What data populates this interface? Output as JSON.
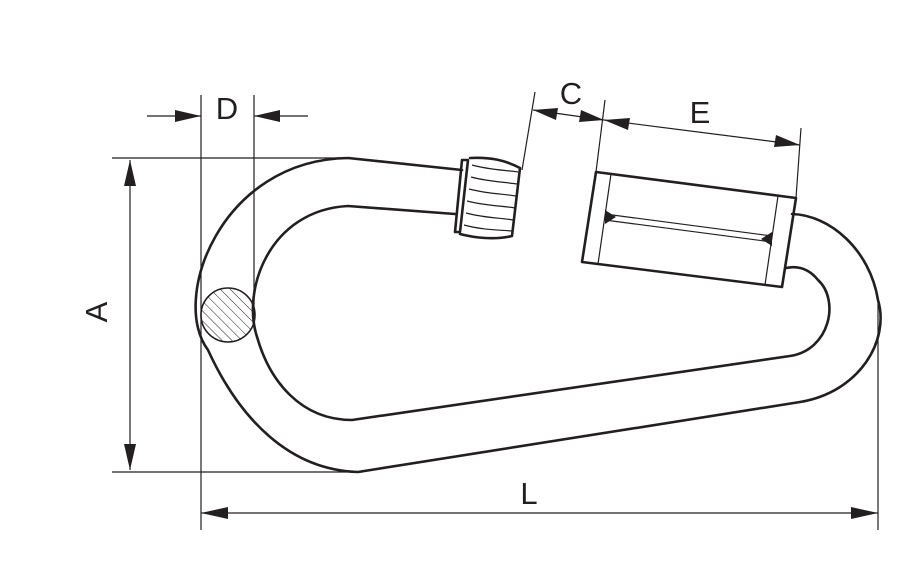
{
  "labels": {
    "A": "A",
    "C": "C",
    "D": "D",
    "E": "E",
    "L": "L"
  },
  "colors": {
    "line": "#231f20",
    "background": "#ffffff"
  }
}
